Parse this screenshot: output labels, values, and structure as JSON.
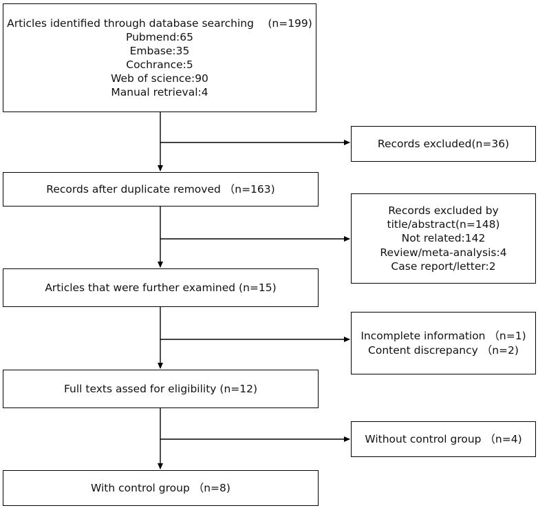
{
  "flowchart": {
    "main": [
      {
        "id": "identified",
        "lines": [
          "Articles identified through database searching 　(n=199)",
          "Pubmend:65",
          "Embase:35",
          "Cochrance:5",
          "Web of science:90",
          "Manual retrieval:4"
        ]
      },
      {
        "id": "after-duplicates",
        "lines": [
          "Records after duplicate removed （n=163)"
        ]
      },
      {
        "id": "further-examined",
        "lines": [
          "Articles that were further examined (n=15)"
        ]
      },
      {
        "id": "full-texts",
        "lines": [
          "Full texts assed for eligibility (n=12)"
        ]
      },
      {
        "id": "with-control",
        "lines": [
          "With control group （n=8)"
        ]
      }
    ],
    "excluded": [
      {
        "id": "records-excluded",
        "lines": [
          "Records excluded(n=36)"
        ]
      },
      {
        "id": "excluded-title-abstract",
        "lines": [
          "Records  excluded by",
          "title/abstract(n=148)",
          "Not related:142",
          "Review/meta-analysis:4",
          "Case report/letter:2"
        ]
      },
      {
        "id": "incomplete-discrepancy",
        "lines": [
          "Incomplete information （n=1)",
          "Content discrepancy （n=2)"
        ]
      },
      {
        "id": "without-control",
        "lines": [
          "Without control group （n=4)"
        ]
      }
    ]
  },
  "colors": {
    "stroke": "#000000",
    "text": "#111111",
    "background": "#ffffff"
  }
}
